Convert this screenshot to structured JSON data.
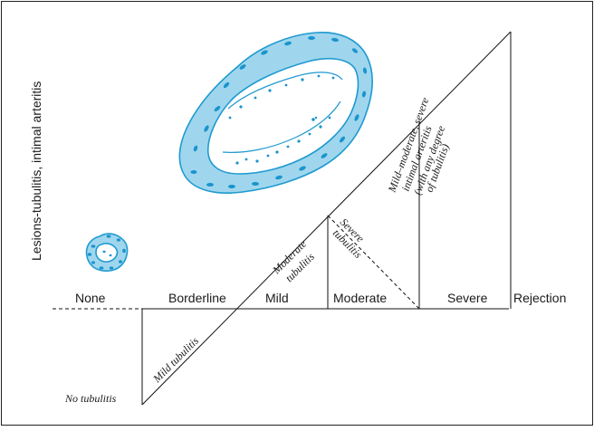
{
  "y_axis_label": "Lesions-tubulitis, intimal arteritis",
  "categories": [
    "None",
    "Borderline",
    "Mild",
    "Moderate",
    "Severe",
    "Rejection"
  ],
  "labels": {
    "no_tubulitis": "No tubulitis",
    "mild_tubulitis": "Mild tubulitis",
    "moderate_tubulitis": [
      "Moderate",
      "tubulitis"
    ],
    "severe_tubulitis": [
      "Severe",
      "tubulitis"
    ],
    "arteritis": [
      "Mild–moderate, severe",
      "intimal arteritis",
      "(with any degree",
      "of tubulitis)"
    ]
  },
  "colors": {
    "illustration_fill": "#9fd6ee",
    "illustration_stroke": "#1f9ad0",
    "line": "#111111"
  }
}
